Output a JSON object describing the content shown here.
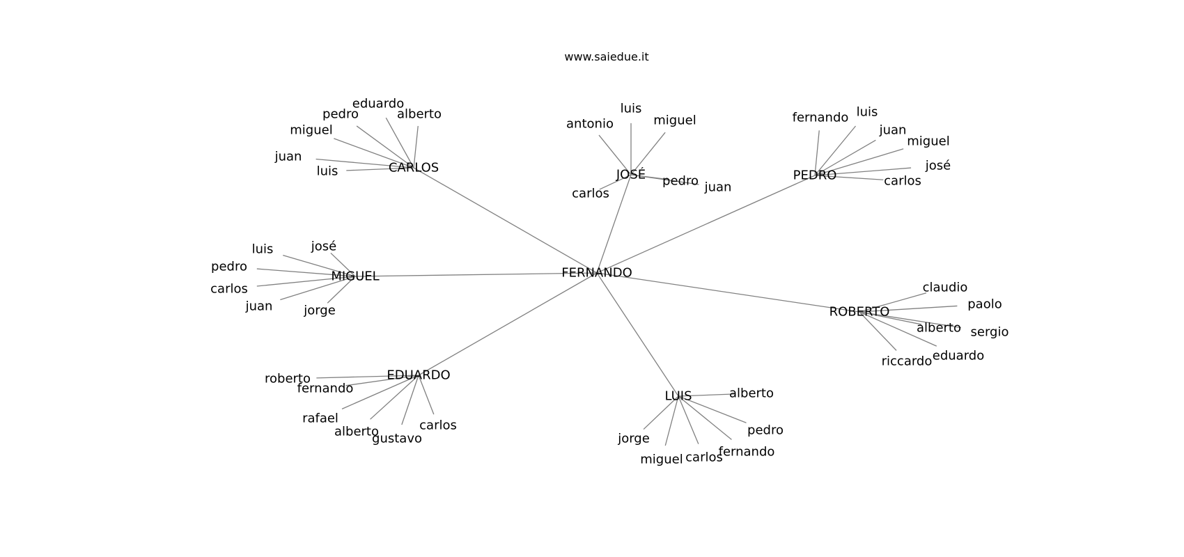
{
  "title": "www.saiedue.it",
  "colors": {
    "edge": "#808080",
    "text": "#000000",
    "background": "#ffffff"
  },
  "graph": {
    "root": "FERNANDO",
    "groups": [
      {
        "id": "carlos",
        "label": "CARLOS",
        "leaves": [
          "eduardo",
          "pedro",
          "alberto",
          "miguel",
          "juan",
          "luis"
        ]
      },
      {
        "id": "jose",
        "label": "JOSÉ",
        "leaves": [
          "luis",
          "antonio",
          "miguel",
          "pedro",
          "juan",
          "carlos"
        ]
      },
      {
        "id": "pedro",
        "label": "PEDRO",
        "leaves": [
          "fernando",
          "luis",
          "juan",
          "miguel",
          "josé",
          "carlos"
        ]
      },
      {
        "id": "miguel",
        "label": "MIGUEL",
        "leaves": [
          "luis",
          "josé",
          "pedro",
          "carlos",
          "juan",
          "jorge"
        ]
      },
      {
        "id": "roberto",
        "label": "ROBERTO",
        "leaves": [
          "claudio",
          "paolo",
          "alberto",
          "sergio",
          "riccardo",
          "eduardo"
        ]
      },
      {
        "id": "eduardo",
        "label": "EDUARDO",
        "leaves": [
          "roberto",
          "fernando",
          "rafael",
          "alberto",
          "gustavo",
          "carlos"
        ]
      },
      {
        "id": "luis",
        "label": "LUIS",
        "leaves": [
          "alberto",
          "jorge",
          "pedro",
          "miguel",
          "carlos",
          "fernando"
        ]
      }
    ]
  }
}
